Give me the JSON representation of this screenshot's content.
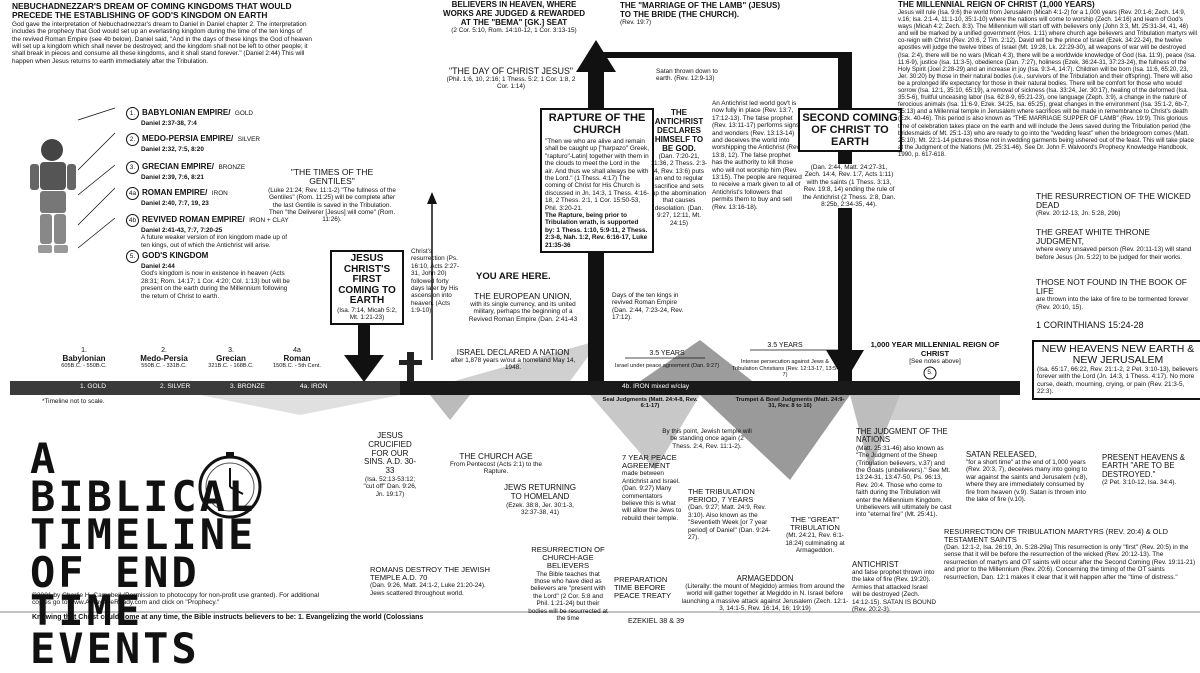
{
  "nebuchadnezzar": {
    "heading": "NEBUCHADNEZZAR'S DREAM OF COMING KINGDOMS THAT WOULD PRECEDE THE ESTABLISHING OF GOD'S KINGDOM ON EARTH",
    "text": "God gave the interpretation of Nebuchadnezzar's dream to Daniel in Daniel chapter 2. The interpretation includes the prophecy that God would set up an everlasting kingdom during the time of the ten kings of the revived Roman Empire (see 4b below). Daniel said, \"And in the days of these kings the God of heaven will set up a kingdom which shall never be destroyed; and the kingdom shall not be left to other people; it shall break in pieces and consume all these kingdoms, and it shall stand forever.\" (Daniel 2:44) This will happen when Jesus returns to earth immediately after the Tribulation."
  },
  "empires": [
    {
      "num": "1.",
      "name": "BABYLONIAN EMPIRE/",
      "metal": "GOLD",
      "ref": "Daniel 2:37-38, 7:4"
    },
    {
      "num": "2.",
      "name": "MEDO-PERSIA EMPIRE/",
      "metal": "SILVER",
      "ref": "Daniel 2:32, 7:5, 8:20"
    },
    {
      "num": "3.",
      "name": "GRECIAN EMPIRE/",
      "metal": "BRONZE",
      "ref": "Daniel 2:39, 7:6, 8:21"
    },
    {
      "num": "4a",
      "name": "ROMAN EMPIRE/",
      "metal": "IRON",
      "ref": "Daniel 2:40, 7:7, 19, 23"
    },
    {
      "num": "4b",
      "name": "REVIVED ROMAN EMPIRE/",
      "metal": "IRON + CLAY",
      "ref": "Daniel 2:41-43, 7:7, 7:20-25",
      "note": "A future weaker version of iron kingdom made up of ten kings, out of which the Antichrist will arise."
    },
    {
      "num": "5.",
      "name": "GOD'S KINGDOM",
      "metal": "",
      "ref": "Daniel 2:44",
      "note": "God's kingdom is now in existence in heaven (Acts 28:31; Rom. 14:17; 1 Cor. 4:20; Col. 1:13) but will be present on the earth during the Millennium following the return of Christ to earth."
    }
  ],
  "gentiles": {
    "title": "\"THE TIMES OF THE GENTILES\"",
    "text": "(Luke 21:24; Rev. 11:1-2) \"The fullness of the Gentiles\" (Rom. 11:25) will be complete after the last Gentile is saved in the Tribulation. Then \"the Deliverer [Jesus] will come\" (Rom. 11:26)."
  },
  "first_coming": {
    "title": "JESUS CHRIST'S FIRST COMING TO EARTH",
    "ref": "(Isa. 7:14, Micah 5:2, Mt. 1:21-23)"
  },
  "resurrection_christ": "Christ's resurrection (Ps. 16:10, Acts 2:27-31, John 20) followed forty days later by His ascension into heaven. (Acts 1:9-10)",
  "bema": {
    "title": "BELIEVERS IN HEAVEN, WHERE WORKS ARE JUDGED & REWARDED AT THE \"BEMA\" [Gk.] SEAT",
    "ref": "(2 Cor. 5:10, Rom. 14:10-12, 1 Cor. 3:13-15)"
  },
  "day_of_christ": {
    "title": "\"THE DAY OF CHRIST JESUS\"",
    "ref": "(Phil. 1:6, 10, 2:16; 1 Thess. 5:2; 1 Cor. 1:8, 2 Cor. 1:14)"
  },
  "rapture": {
    "title": "RAPTURE OF THE CHURCH",
    "text": "\"Then we who are alive and remain shall be caught up [\"harpazo\" Greek, \"rapturo\"-Latin] together with them in the clouds to meet the Lord in the air. And thus we shall always be with the Lord.\" (1 Thess. 4:17) The coming of Christ for His Church is discussed in Jn. 14:3, 1 Thess. 4:16-18, 2 Thess. 2:1, 1 Cor. 15:50-53, Phil. 3:20-21.",
    "bold": "The Rapture, being prior to Tribulation wrath, is supported by: 1 Thess. 1:10, 5:9-11, 2 Thess. 2:3-8, Nah. 1:2, Rev. 6:16-17, Luke 21:35-36"
  },
  "marriage_lamb": {
    "title": "THE \"MARRIAGE OF THE LAMB\" (Jesus) TO THE BRIDE (the Church).",
    "ref": "(Rev. 19:7)"
  },
  "satan_thrown": "Satan thrown down to earth. (Rev. 12:9-13)",
  "antichrist_declares": {
    "title": "THE ANTICHRIST DECLARES HIMSELF TO BE GOD.",
    "ref": "(Dan. 7:20-21, 11:36, 2 Thess. 2:3-4, Rev. 13:6) puts an end to regular sacrifice and sets up the abomination that causes desolation. (Dan. 9:27, 12:11, Mt. 24:15)"
  },
  "antichrist_rule": "An Antichrist led world gov't is now fully in place (Rev. 13:7, 17:12-13). The false prophet (Rev. 13:11-17) performs signs and wonders (Rev. 13:13-14) and deceives the world into worshipping the Antichrist (Rev. 13:8, 12). The false prophet has the authority to kill those who will not worship him (Rev. 13:15). The people are required to receive a mark given to all of Antichrist's followers that permits them to buy and sell (Rev. 13:16-18).",
  "second_coming": {
    "title": "SECOND COMING OF CHRIST TO EARTH",
    "text": "(Dan. 2:44, Matt. 24:27-31, Zech. 14:4, Rev. 1:7, Acts 1:11) with the saints (1 Thess. 3:13, Rev. 19:8, 14) ending the rule of the Antichrist (2 Thess. 2:8, Dan. 8:25b, 2:34-35, 44)."
  },
  "millennial": {
    "title": "THE MILLENNIAL REIGN OF CHRIST (1,000 YEARS)",
    "text": "Jesus will rule (Isa. 9:6) the world from Jerusalem (Micah 4:1-2) for a 1,000 years (Rev. 20:1-6; Zech. 14:9, v.16; Isa. 2:1-4, 11:1-10, 35:1-10) where the nations will come to worship (Zech. 14:16) and learn of God's ways (Micah 4:2; Zech. 8:3). The Millennium will start off with believers only (John 3:3, Mt. 25:31-34, 41, 46) and will be marked by a unified government (Hos. 1:11) where church age believers and Tribulation martyrs will co-reign with Christ (Rev. 20:6, 2 Tim. 2:12). David will be the prince of Israel (Ezek. 34:22-24), the twelve apostles will judge the twelve tribes of Israel (Mt. 19:28, Lk. 22:29-30), all weapons of war will be destroyed (Isa. 2:4), there will be no wars (Micah 4:3), there will be a worldwide knowledge of God (Isa. 11:9), peace (Isa. 11:6-9), justice (Isa. 11:3-5), obedience (Dan. 7:27), holiness (Ezek. 36:24-31, 37:23-24), the fullness of the Holy Spirit (Joel 2:28-29) and an increase in joy (Isa. 9:3-4, 14:7). Children will be born (Isa. 11:6, 65:20, 23, Jer. 30:20) by those in their natural bodies (i.e., survivors of the Tribulation and their offspring). There will also be a prolonged life expectancy for those in their natural bodies. There will be comfort for those who would sorrow (Isa. 12:1, 35:10, 65:19), a removal of sickness (Isa. 33:24, Jer. 30:17), healing of the deformed (Isa. 35:5-6), fruitful unceasing labor (Isa. 62:8-9, 65:21-23), one language (Zeph. 3:9), a change in the nature of ferocious animals (Isa. 11:6-9, Ezek. 34:25, Isa. 65:25), great changes in the environment (Isa. 35:1-2, 6b-7, 55:13) and a Millennial temple in Jerusalem where sacrifices will be made in remembrance to Christ's death (Ezk. 40-46). This period is also known as \"THE MARRIAGE SUPPER OF LAMB\" (Rev. 19:9). This glorious time of celebration takes place on the earth and will include the Jews saved during the Tribulation period (the bridesmaids of Mt. 25:1-13) who are ready to go into the \"wedding feast\" when the bridegroom comes (Matt. 25:10). Mt. 22:1-14 pictures those not in wedding garments being ushered out of the feast. This will take place at the Judgment of the Nations (Mt. 25:31-46). See Dr. John F. Walvoord's Prophecy Knowledge Handbook, 1990, p. 617-618."
  },
  "resurrection_wicked": {
    "title": "THE RESURRECTION OF THE WICKED DEAD",
    "ref": "(Rev. 20:12-13, Jn. 5:28, 29b)"
  },
  "white_throne": {
    "title": "THE GREAT WHITE THRONE JUDGMENT,",
    "ref": "where every unsaved person (Rev. 20:11-13) will stand before Jesus (Jn. 5:22) to be judged for their works."
  },
  "book_of_life": {
    "title": "THOSE NOT FOUND IN THE BOOK OF LIFE",
    "ref": "are thrown into the lake of fire to be tormented forever (Rev. 20:10, 15)."
  },
  "corinthians": "1 CORINTHIANS 15:24-28",
  "new_heavens": {
    "title": "NEW HEAVENS NEW EARTH & NEW JERUSALEM",
    "ref": "(Isa. 65:17, 66:22, Rev. 21:1-2, 2 Pet. 3:10-13), believers forever with the Lord (Jn. 14:3, 1 Thess. 4:17). No more curse, death, mourning, crying, or pain (Rev. 21:3-5, 22:3)."
  },
  "millennium_bar": {
    "title": "1,000 YEAR MILLENNIAL REIGN OF CHRIST",
    "note": "[See notes above]",
    "num": "5."
  },
  "you_are_here": "YOU ARE HERE.",
  "european_union": {
    "title": "THE EUROPEAN UNION,",
    "text": "with its single currency, and its united military, perhaps the beginning of a Revived Roman Empire (Dan. 2:41-43"
  },
  "israel_nation": {
    "title": "ISRAEL DECLARED A NATION",
    "text": "after 1,878 years w/out a homeland May 14, 1948."
  },
  "ten_kings": "Days of the ten kings in revived Roman Empire (Dan. 2:44, 7:23-24, Rev. 17:12).",
  "half_a": {
    "label": "3.5 YEARS",
    "note": "Israel under peace agreement (Dan. 9:27)"
  },
  "half_b": {
    "label": "3.5 YEARS",
    "note": "Intense persecution against Jews & Tribulation Christians (Rev. 12:13-17, 13:5-7)"
  },
  "periods": [
    {
      "num": "1.",
      "name": "Babylonian",
      "date": "605B.C. - 550B.C.",
      "metal": "1. GOLD"
    },
    {
      "num": "2.",
      "name": "Medo-Persia",
      "date": "550B.C. - 331B.C.",
      "metal": "2. SILVER"
    },
    {
      "num": "3.",
      "name": "Grecian",
      "date": "321B.C. - 168B.C.",
      "metal": "3. BRONZE"
    },
    {
      "num": "4a",
      "name": "Roman",
      "date": "150B.C. - 5th Cent.",
      "metal": "4a. IRON"
    }
  ],
  "iron_clay": "4b. IRON mixed w/clay",
  "seal_judgments": "Seal Judgments (Matt. 24:4-8, Rev. 6:1-17)",
  "trumpet_bowl": "Trumpet & Bowl Judgments (Matt. 24:9-31, Rev. 8 to 16)",
  "not_to_scale": "*Timeline not to scale.",
  "title_lines": [
    "A BIBLICAL",
    "TIMELINE",
    "OF END",
    "TIME EVENTS"
  ],
  "copyright": "©2001 by Charlie H. Campbell (Permission to photocopy for non-profit use granted). For additional copies go to www.AlwaysBeReady.com and click on \"Prophecy.\"",
  "knowing": "Knowing that Christ could come at any time, the Bible instructs believers to be: 1. Evangelizing the world (Colossians",
  "jesus_crucified": {
    "title": "JESUS CRUCIFIED FOR OUR SINS. A.D. 30-33",
    "ref": "(Isa. 52:13-53:12; \"cut off\" Dan. 9:26, Jn. 19:17)"
  },
  "romans_destroy": {
    "title": "ROMANS DESTROY THE JEWISH TEMPLE A.D. 70",
    "ref": "(Dan. 9:26, Matt. 24:1-2, Luke 21:20-24). Jews scattered throughout world."
  },
  "church_age": {
    "title": "THE CHURCH AGE",
    "ref": "From Pentecost (Acts 2:1) to the Rapture."
  },
  "jews_returning": {
    "title": "JEWS RETURNING TO HOMELAND",
    "ref": "(Ezek. 38:8, Jer. 30:1-3, 32:37-38, 41)"
  },
  "resurrection_church": {
    "title": "RESURRECTION OF CHURCH-AGE BELIEVERS",
    "ref": "The Bible teaches that those who have died as believers are \"present with the Lord\" (2 Cor. 5:8 and Phil. 1:21-24) but their bodies will be resurrected at the time"
  },
  "jewish_temple": "By this point, Jewish temple will be standing once again (2 Thess. 2:4, Rev. 11:1-2).",
  "peace_agreement": {
    "title": "7 YEAR PEACE AGREEMENT",
    "ref": "made between Antichrist and Israel. (Dan. 9:27) Many commentators believe this is what will allow the Jews to rebuild their temple."
  },
  "preparation": "PREPARATION TIME BEFORE PEACE TREATY",
  "tribulation": {
    "title": "THE TRIBULATION PERIOD, 7 YEARS",
    "ref": "(Dan. 9:27; Matt. 24:9, Rev. 3:10). Also known as the \"Seventieth Week [or 7 year period] of Daniel\" (Dan. 9:24-27)."
  },
  "great_tribulation": {
    "title": "THE \"GREAT\" TRIBULATION",
    "ref": "(Mt. 24:21, Rev. 6:1-18:24) culminating at Armageddon."
  },
  "armageddon": {
    "title": "ARMAGEDDON",
    "ref": "(Literally: the mount of Megiddo) armies from around the world will gather together at Megiddo in N. Israel before launching a massive attack against Jerusalem (Zech. 12:1-3, 14:1-5, Rev. 16:14, 16; 19:19)"
  },
  "judgment_nations": {
    "title": "THE JUDGMENT OF THE NATIONS",
    "ref": "(Matt. 25:31-46) also known as \"The Judgment of the Sheep (Tribulation believers, v.37) and the Goats (unbelievers).\" See Mt. 13:24-31, 13:47-50, Ps. 96:13, Rev. 20:4. Those who come to faith during the Tribulation will enter the Millennium Kingdom. Unbelievers will ultimately be cast into \"eternal fire\" (Mt. 25:41)."
  },
  "antichrist_lake": {
    "title": "ANTICHRIST",
    "ref": "and false prophet thrown into the lake of fire (Rev. 19:20). Armies that attacked Israel will be destroyed (Zech. 14:12-15). SATAN IS BOUND (Rev. 20:2-3)."
  },
  "satan_released": {
    "title": "SATAN RELEASED,",
    "ref": "\"for a short time\" at the end of 1,000 years (Rev. 20:3, 7), deceives many into going to war against the saints and Jerusalem (v.8), where they are immediately consumed by fire from heaven (v.9). Satan is thrown into the lake of fire (v.10)."
  },
  "present_heavens": {
    "title": "PRESENT HEAVENS & EARTH \"ARE TO BE DESTROYED.\"",
    "ref": "(2 Pet. 3:10-12, Isa. 34:4)."
  },
  "resurrection_martyrs": {
    "title": "RESURRECTION OF TRIBULATION MARTYRS (Rev. 20:4) & OLD TESTAMENT SAINTS",
    "ref": "(Dan. 12:1-2, Isa. 26:19, Jn. 5:28-29a) This resurrection is only \"first\" (Rev. 20:5) in the sense that it will be before the resurrection of the wicked (Rev. 20:12-13). The resurrection of martyrs and OT saints will occur after the Second Coming (Rev. 19:11-21) and prior to the Millennium (Rev. 20:6). Concerning the timing of the OT saints resurrection, Dan. 12:1 makes it clear that it will happen after the \"time of distress.\""
  },
  "ezekiel": "EZEKIEL 38 & 39"
}
